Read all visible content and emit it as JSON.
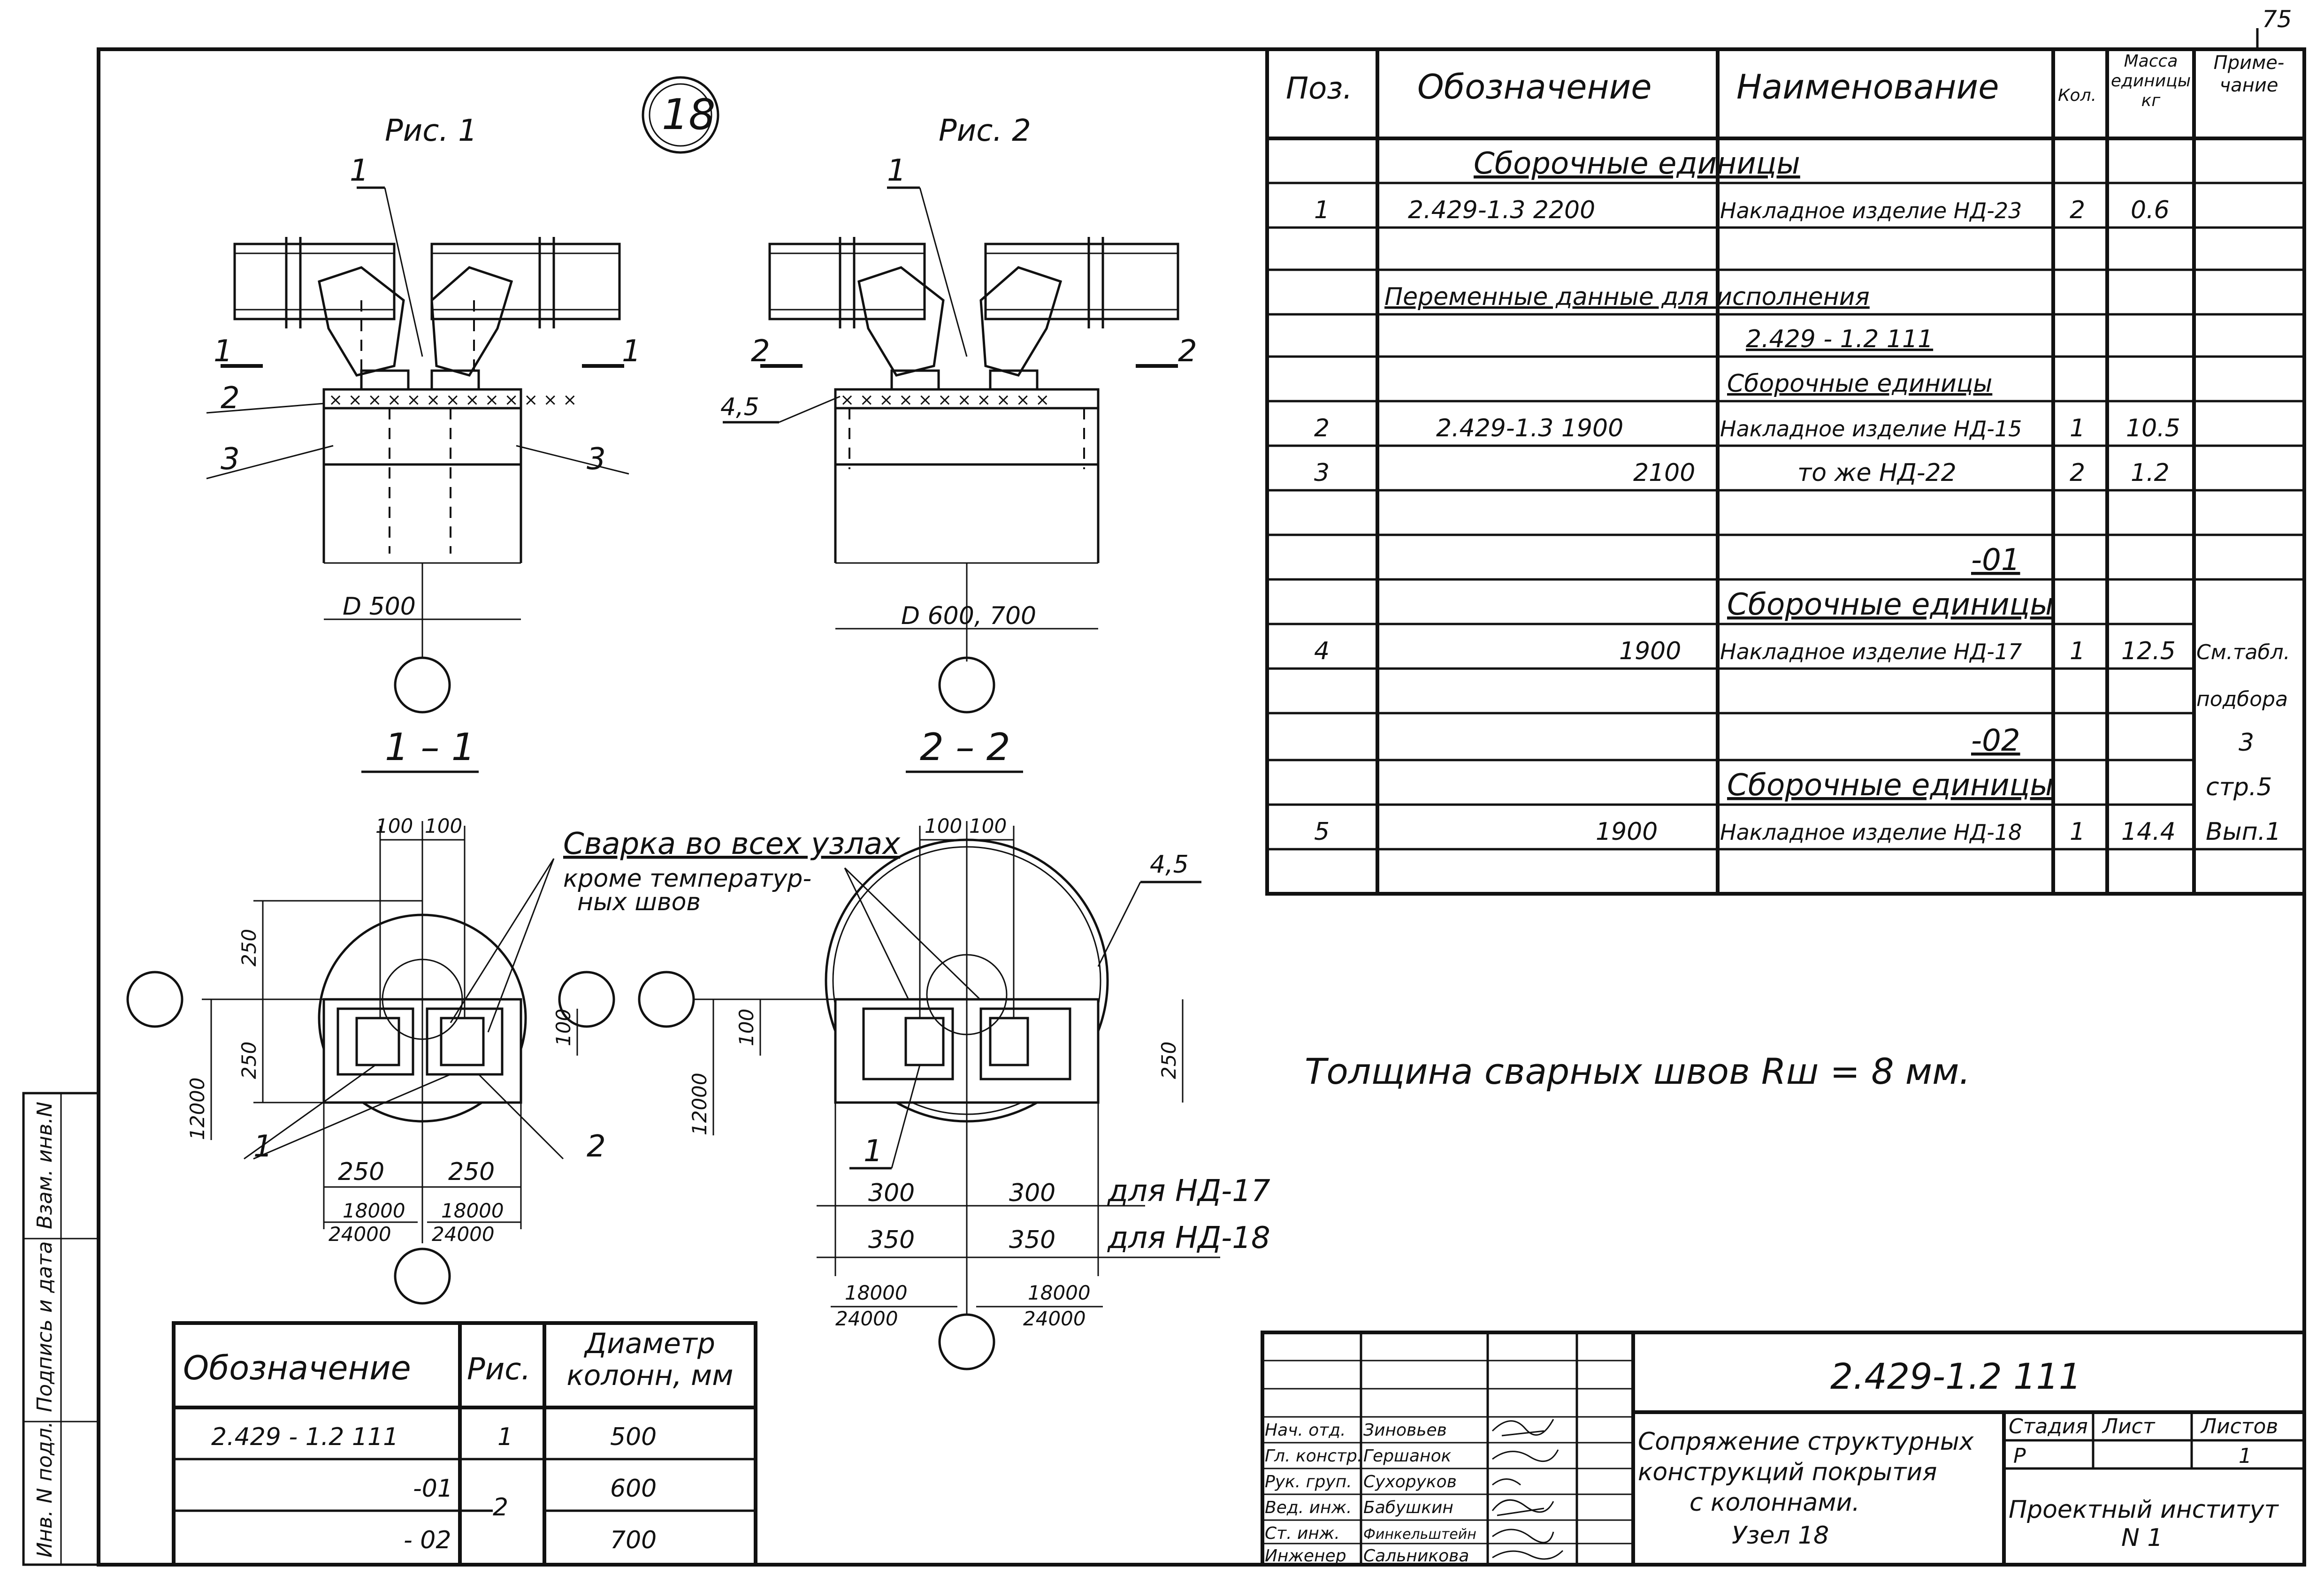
{
  "page_number": "75",
  "node_label": "18",
  "fig1": {
    "title": "Рис. 1",
    "callout_1": "1",
    "callout_2": "2",
    "callout_3l": "3",
    "callout_3r": "3",
    "sec_left": "1",
    "sec_right": "1",
    "dim": "D 500",
    "section_title": "1 – 1"
  },
  "fig2": {
    "title": "Рис. 2",
    "callout_1": "1",
    "callout_45": "4,5",
    "sec_left": "2",
    "sec_right": "2",
    "dim": "D 600, 700",
    "section_title": "2 – 2"
  },
  "plan1": {
    "dim_top_a": "100",
    "dim_top_b": "100",
    "dim_left_a": "250",
    "dim_left_b": "250",
    "dim_right": "100",
    "dim_vert": "12000",
    "dim_bot_a": "250",
    "dim_bot_b": "250",
    "frac_l_top": "18000",
    "frac_l_bot": "24000",
    "frac_r_top": "18000",
    "frac_r_bot": "24000",
    "callout_1": "1",
    "callout_2": "2"
  },
  "plan2": {
    "dim_top_a": "100",
    "dim_top_b": "100",
    "dim_left": "100",
    "dim_right": "250",
    "dim_vert": "12000",
    "callout_45": "4,5",
    "callout_1": "1",
    "row1_a": "300",
    "row1_b": "300",
    "row1_label": "для НД-17",
    "row2_a": "350",
    "row2_b": "350",
    "row2_label": "для НД-18",
    "frac_l_top": "18000",
    "frac_l_bot": "24000",
    "frac_r_top": "18000",
    "frac_r_bot": "24000"
  },
  "weld_note": {
    "line1": "Сварка во всех узлах",
    "line2": "кроме температур-",
    "line3": "ных швов"
  },
  "thickness_note": "Толщина    сварных    швов   Rш  = 8 мм.",
  "spec": {
    "headers": [
      "Поз.",
      "Обозначение",
      "Наименование",
      "Кол.",
      "Масса единицы кг",
      "Приме-чание"
    ],
    "rows": [
      {
        "pos": "",
        "des": "",
        "name": "",
        "qty": "",
        "mass": "",
        "note": "",
        "span": "Сборочные     единицы"
      },
      {
        "pos": "1",
        "des": "2.429-1.3  2200",
        "name": "Накладное изделие НД-23",
        "qty": "2",
        "mass": "0.6",
        "note": ""
      },
      {
        "pos": "",
        "des": "",
        "name": "",
        "qty": "",
        "mass": "",
        "note": ""
      },
      {
        "pos": "",
        "des": "",
        "name": "",
        "qty": "",
        "mass": "",
        "note": "",
        "span2": "Переменные  данные  для исполнения"
      },
      {
        "pos": "",
        "des": "",
        "name": "2.429 - 1.2    111",
        "qty": "",
        "mass": "",
        "note": ""
      },
      {
        "pos": "",
        "des": "",
        "name": "Сборочные  единицы",
        "qty": "",
        "mass": "",
        "note": ""
      },
      {
        "pos": "2",
        "des": "2.429-1.3   1900",
        "name": "Накладное изделие НД-15",
        "qty": "1",
        "mass": "10.5",
        "note": ""
      },
      {
        "pos": "3",
        "des": "2100",
        "name": "то же    НД-22",
        "qty": "2",
        "mass": "1.2",
        "note": ""
      },
      {
        "pos": "",
        "des": "",
        "name": "",
        "qty": "",
        "mass": "",
        "note": ""
      },
      {
        "pos": "",
        "des": "",
        "name": "-01",
        "qty": "",
        "mass": "",
        "note": ""
      },
      {
        "pos": "",
        "des": "",
        "name": "Сборочные единицы",
        "qty": "",
        "mass": "",
        "note": ""
      },
      {
        "pos": "4",
        "des": "1900",
        "name": "Накладное изделие НД-17",
        "qty": "1",
        "mass": "12.5",
        "note": "См.табл."
      },
      {
        "pos": "",
        "des": "",
        "name": "",
        "qty": "",
        "mass": "",
        "note": "подбора"
      },
      {
        "pos": "",
        "des": "",
        "name": "-02",
        "qty": "",
        "mass": "",
        "note": "3"
      },
      {
        "pos": "",
        "des": "",
        "name": "Сборочные единицы",
        "qty": "",
        "mass": "",
        "note": "стр.5"
      },
      {
        "pos": "5",
        "des": "1900",
        "name": "Накладное изделие НД-18",
        "qty": "1",
        "mass": "14.4",
        "note": "Вып.1"
      },
      {
        "pos": "",
        "des": "",
        "name": "",
        "qty": "",
        "mass": "",
        "note": ""
      }
    ]
  },
  "var_table": {
    "headers": [
      "Обозначение",
      "Рис.",
      "Диаметр колонн, мм"
    ],
    "rows": [
      {
        "des": "2.429 - 1.2   111",
        "fig": "1",
        "dia": "500"
      },
      {
        "des": "-01",
        "fig": "2",
        "dia": "600"
      },
      {
        "des": "- 02",
        "fig": "",
        "dia": "700"
      }
    ]
  },
  "side_stamp": [
    "Инв. N подл.",
    "Подпись и дата",
    "Взам. инв.N"
  ],
  "title_block": {
    "code": "2.429-1.2 111",
    "title_lines": [
      "Сопряжение структурных",
      "конструкций покрытия",
      "с колоннами.",
      "Узел 18"
    ],
    "stage_label": "Стадия",
    "sheet_label": "Лист",
    "sheets_label": "Листов",
    "stage": "Р",
    "sheet": "",
    "sheets": "1",
    "org_lines": [
      "Проектный институт",
      "N 1"
    ],
    "staff": [
      {
        "role": "Нач. отд.",
        "name": "Зиновьев"
      },
      {
        "role": "Гл. констр.",
        "name": "Гершанок"
      },
      {
        "role": "Рук. груп.",
        "name": "Сухоруков"
      },
      {
        "role": "Вед. инж.",
        "name": "Бабушкин"
      },
      {
        "role": "Ст. инж.",
        "name": "Финкельштейн"
      },
      {
        "role": "Инженер",
        "name": "Сальникова"
      }
    ]
  }
}
